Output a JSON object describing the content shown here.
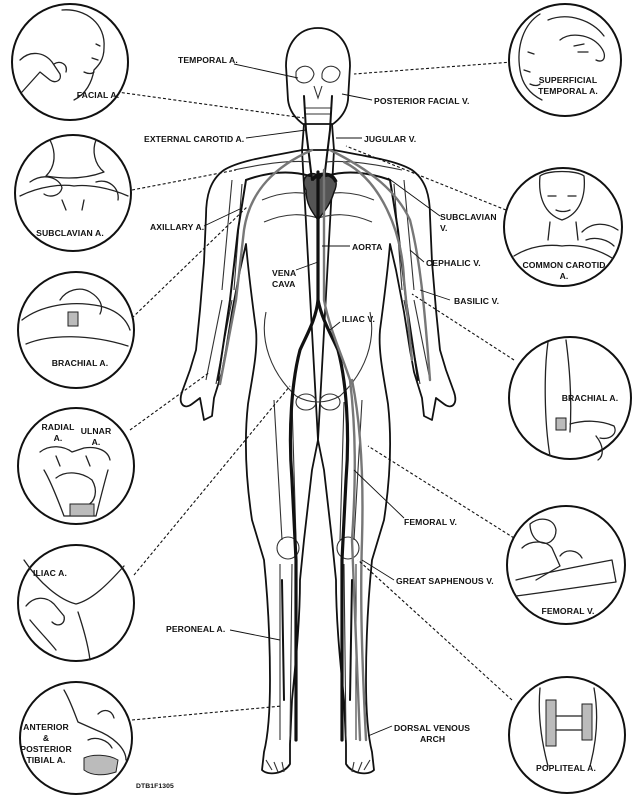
{
  "labels": {
    "temporal_a": "TEMPORAL A.",
    "posterior_facial_v": "POSTERIOR FACIAL V.",
    "external_carotid_a": "EXTERNAL CAROTID A.",
    "jugular_v": "JUGULAR V.",
    "axillary_a": "AXILLARY A.",
    "subclavian_v_line1": "SUBCLAVIAN",
    "subclavian_v_line2": "V.",
    "aorta": "AORTA",
    "vena_cava_line1": "VENA",
    "vena_cava_line2": "CAVA",
    "cephalic_v": "CEPHALIC V.",
    "basilic_v": "BASILIC V.",
    "iliac_v": "ILIAC V.",
    "femoral_v": "FEMORAL V.",
    "great_saphenous_v": "GREAT SAPHENOUS V.",
    "peroneal_a": "PERONEAL A.",
    "dorsal_venous_arch_line1": "DORSAL VENOUS",
    "dorsal_venous_arch_line2": "ARCH"
  },
  "insets": {
    "facial_a": "FACIAL A.",
    "superficial_temporal_a_line1": "SUPERFICIAL",
    "superficial_temporal_a_line2": "TEMPORAL A.",
    "subclavian_a": "SUBCLAVIAN A.",
    "common_carotid_a_line1": "COMMON CAROTID",
    "common_carotid_a_line2": "A.",
    "brachial_a_left": "BRACHIAL A.",
    "brachial_a_right": "BRACHIAL A.",
    "radial_a_line1": "RADIAL",
    "radial_a_line2": "A.",
    "ulnar_line1": "ULNAR",
    "ulnar_line2": "A.",
    "iliac_a": "ILIAC A.",
    "femoral_v": "FEMORAL V.",
    "anterior_posterior_tibial_line1": "ANTERIOR",
    "anterior_posterior_tibial_line2": "&",
    "anterior_posterior_tibial_line3": "POSTERIOR",
    "anterior_posterior_tibial_line4": "TIBIAL A.",
    "popliteal_a": "POPLITEAL A."
  },
  "figure_code": "DTB1F1305"
}
